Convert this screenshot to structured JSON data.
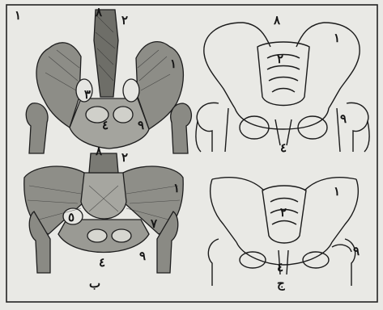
{
  "plate": {
    "labels": {
      "tl_a": "١",
      "tl_b": "٨",
      "tl_c": "٢",
      "tl_d": "١",
      "tl_e": "٣",
      "tl_f": "٤",
      "tl_g": "٩",
      "tr_a": "٨",
      "tr_b": "٢",
      "tr_c": "١",
      "tr_d": "٩",
      "tr_e": "٤",
      "bl_a": "٨",
      "bl_b": "٢",
      "bl_c": "١",
      "bl_d": "٥",
      "bl_e": "٧",
      "bl_f": "٤",
      "bl_g": "٩",
      "bl_h": "ب",
      "br_a": "١",
      "br_b": "٢",
      "br_c": "٩",
      "br_d": "٤",
      "br_e": "ج"
    }
  }
}
